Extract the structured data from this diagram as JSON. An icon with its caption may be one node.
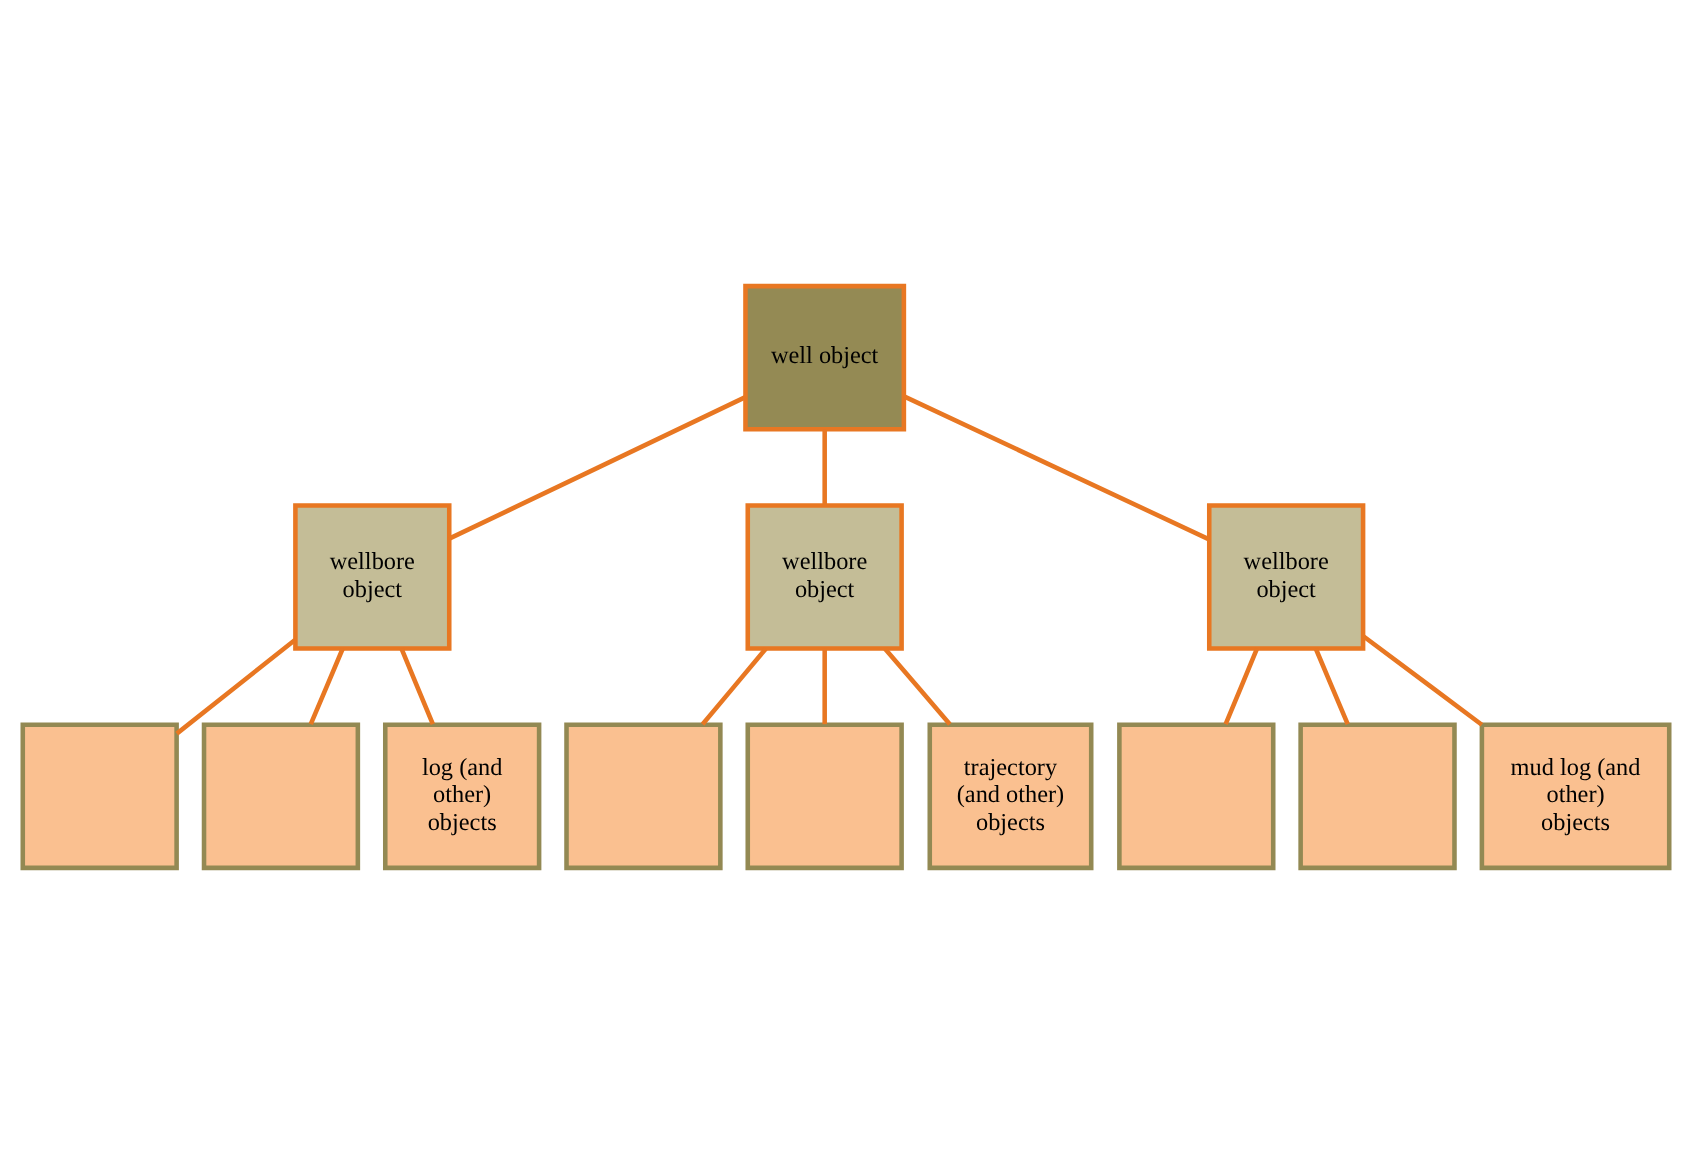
{
  "diagram": {
    "nodes": [
      {
        "text": [
          "well object"
        ]
      },
      {
        "text": [
          "wellbore object"
        ]
      },
      {
        "text": [
          "wellbore object"
        ]
      },
      {
        "text": [
          "wellbore object"
        ]
      },
      {
        "text": [],
        "shape": "box"
      },
      {
        "text": [],
        "shape": "box"
      },
      {
        "text": [
          "log (and other) objects"
        ]
      },
      {
        "text": [],
        "shape": "box"
      },
      {
        "text": [],
        "shape": "box"
      },
      {
        "text": [
          "trajectory (and other) objects"
        ]
      },
      {
        "text": [],
        "shape": "box"
      },
      {
        "text": [],
        "shape": "box"
      },
      {
        "text": [
          "mud log (and other) objects"
        ]
      }
    ],
    "edges": [
      {
        "from": 0,
        "to": 1,
        "arrow": "none"
      },
      {
        "from": 0,
        "to": 2,
        "arrow": "none"
      },
      {
        "from": 0,
        "to": 3,
        "arrow": "none"
      },
      {
        "from": 1,
        "to": 4,
        "arrow": "none"
      },
      {
        "from": 1,
        "to": 5,
        "arrow": "none"
      },
      {
        "from": 1,
        "to": 6,
        "arrow": "none"
      },
      {
        "from": 2,
        "to": 7,
        "arrow": "none"
      },
      {
        "from": 2,
        "to": 8,
        "arrow": "none"
      },
      {
        "from": 2,
        "to": 9,
        "arrow": "none"
      },
      {
        "from": 3,
        "to": 10,
        "arrow": "none"
      },
      {
        "from": 3,
        "to": 11,
        "arrow": "none"
      },
      {
        "from": 3,
        "to": 12,
        "arrow": "none"
      }
    ]
  }
}
